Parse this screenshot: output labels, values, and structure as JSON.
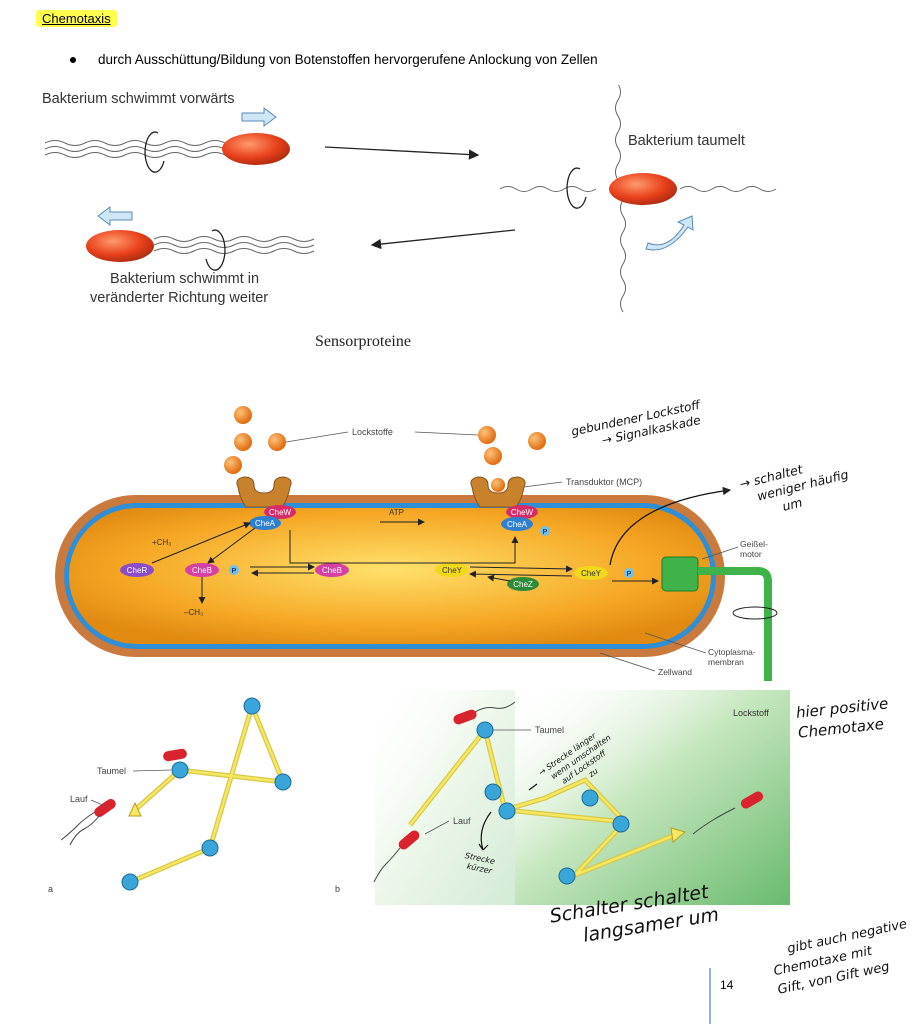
{
  "heading": "Chemotaxis",
  "bullet": "durch Ausschüttung/Bildung von Botenstoffen hervorgerufene Anlockung von Zellen",
  "figure1": {
    "swim_forward": "Bakterium schwimmt vorwärts",
    "tumble": "Bakterium taumelt",
    "swim_new_line1": "Bakterium schwimmt in",
    "swim_new_line2": "veränderter Richtung weiter"
  },
  "figure2": {
    "title": "Sensorproteine",
    "lockstoffe": "Lockstoffe",
    "transduktor": "Transduktor (MCP)",
    "atp": "ATP",
    "ch3_plus": "+CH₃",
    "ch3_minus": "–CH₃",
    "cher": "CheR",
    "cheb": "CheB",
    "cheb2": "CheB",
    "chew1": "CheW",
    "chew2": "CheW",
    "chea1": "CheA",
    "chea2": "CheA",
    "chey1": "CheY",
    "chey2": "CheY",
    "chez": "CheZ",
    "p": "P",
    "geissel_line1": "Geißel-",
    "geissel_line2": "motor",
    "cyto_line1": "Cytoplasma-",
    "cyto_line2": "membran",
    "zellwand": "Zellwand"
  },
  "figure3": {
    "taumel": "Taumel",
    "lauf": "Lauf",
    "panel_a": "a",
    "panel_b": "b",
    "taumel_b": "Taumel",
    "lauf_b": "Lauf",
    "lockstoff": "Lockstoff"
  },
  "handwriting": {
    "bound_line1": "gebundener Lockstoff",
    "bound_line2": "→ Signalkaskade",
    "switch_line1": "→ schaltet",
    "switch_line2": "weniger häufig",
    "switch_line3": "um",
    "positive_line1": "hier positive",
    "positive_line2": "Chemotaxe",
    "distance_line1": "→ Strecke länger",
    "distance_line2": "wenn umschalten",
    "distance_line3": "auf Lockstoff",
    "distance_line4": "zu",
    "shorter_line1": "Strecke",
    "shorter_line2": "kürzer",
    "slower_line1": "Schalter schaltet",
    "slower_line2": "langsamer um",
    "negative_line1": "gibt auch negative",
    "negative_line2": "Chemotaxe mit",
    "negative_line3": "Gift, von Gift weg"
  },
  "page_number": "14",
  "colors": {
    "highlight": "#ffff4d",
    "cell_fill": "#f5a623",
    "cell_wall": "#c97a3c",
    "membrane": "#2e8fd6",
    "bacterium": "#e8401c",
    "path": "#f2e04a",
    "node": "#3aa5d8",
    "lockstoff_field": "#5cb85c"
  }
}
